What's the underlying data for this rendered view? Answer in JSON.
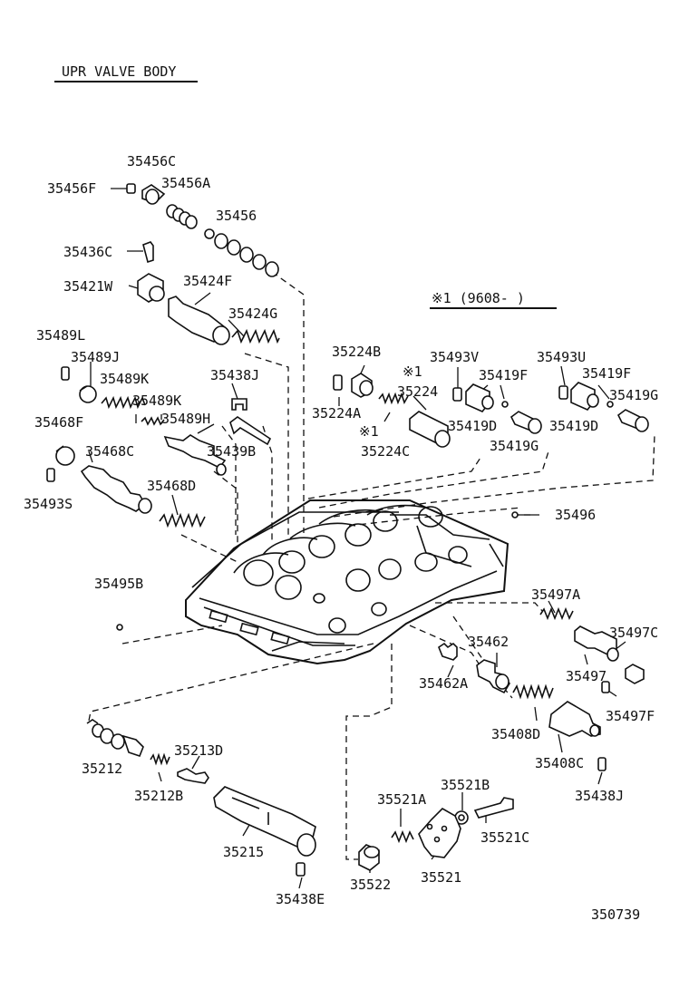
{
  "diagram": {
    "title": "UPR VALVE BODY",
    "note": "※1 (9608-       )",
    "code": "350739",
    "labels": [
      "35456C",
      "35456F",
      "35456A",
      "35456",
      "35436C",
      "35421W",
      "35424F",
      "35424G",
      "35489L",
      "35489J",
      "35489K",
      "35489K",
      "35438J",
      "35489H",
      "35468F",
      "35468C",
      "35439B",
      "35493S",
      "35468D",
      "35224B",
      "35493V",
      "35493U",
      "35419F",
      "35419F",
      "※1",
      "35224A",
      "35224",
      "35419D",
      "35419D",
      "35419G",
      "※1",
      "35224C",
      "35419G",
      "35496",
      "35495B",
      "35497A",
      "35497C",
      "35462",
      "35497",
      "35462A",
      "35497F",
      "35408D",
      "35408C",
      "35213D",
      "35212",
      "35212B",
      "35521B",
      "35521A",
      "35438J",
      "35521C",
      "35215",
      "35522",
      "35521",
      "35438E"
    ]
  }
}
